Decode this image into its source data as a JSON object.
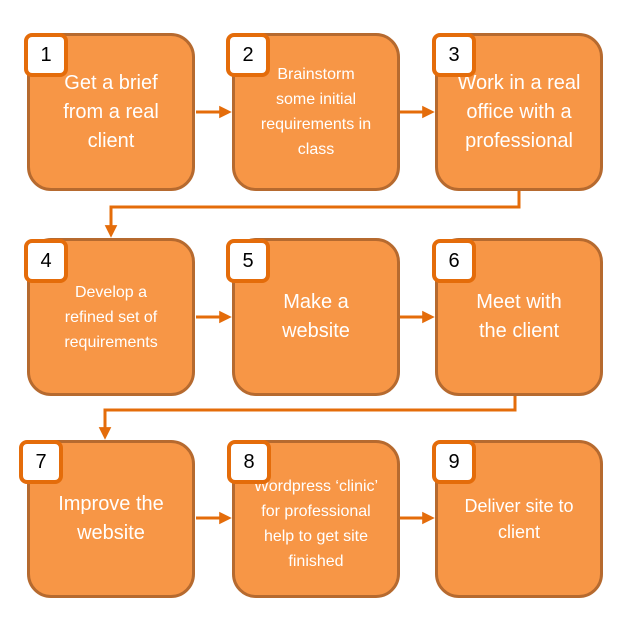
{
  "steps": [
    {
      "number": "1",
      "text": "Get a brief from a real client"
    },
    {
      "number": "2",
      "text": "Brainstorm some initial requirements in class"
    },
    {
      "number": "3",
      "text": "Work in a real office with a professional"
    },
    {
      "number": "4",
      "text": "Develop a refined set of requirements"
    },
    {
      "number": "5",
      "text": "Make a website"
    },
    {
      "number": "6",
      "text": "Meet with the client"
    },
    {
      "number": "7",
      "text": "Improve the website"
    },
    {
      "number": "8",
      "text": "Wordpress ‘clinic’ for professional help to get site finished"
    },
    {
      "number": "9",
      "text": "Deliver site to client"
    }
  ],
  "colors": {
    "box_fill": "#f79646",
    "box_border": "#b66a2f",
    "arrow": "#e46c0a",
    "badge_border": "#e46c0a",
    "box_text": "#ffffff",
    "badge_text": "#000000"
  }
}
